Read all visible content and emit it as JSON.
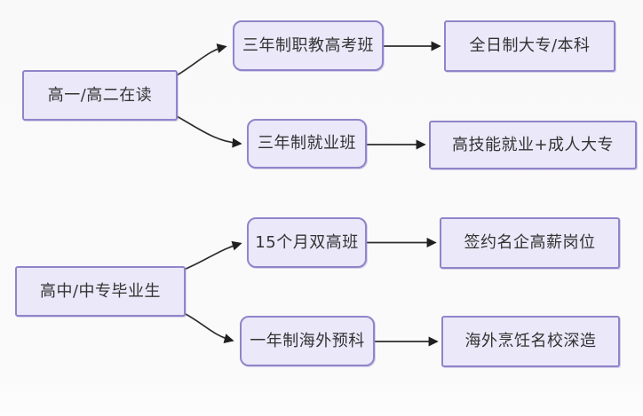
{
  "diagram": {
    "type": "flowchart",
    "direction": "left-to-right",
    "nodes": {
      "source1": {
        "label": "高一/高二在读"
      },
      "source2": {
        "label": "高中/中专毕业生"
      },
      "program1": {
        "label": "三年制职教高考班"
      },
      "program2": {
        "label": "三年制就业班"
      },
      "program3": {
        "label": "15个月双高班"
      },
      "program4": {
        "label": "一年制海外预科"
      },
      "outcome1": {
        "label": "全日制大专/本科"
      },
      "outcome2": {
        "label": "高技能就业+成人大专"
      },
      "outcome3": {
        "label": "签约名企高薪岗位"
      },
      "outcome4": {
        "label": "海外烹饪名校深造"
      }
    },
    "edges": [
      {
        "from": "高一/高二在读",
        "to": "三年制职教高考班",
        "style": "curved"
      },
      {
        "from": "高一/高二在读",
        "to": "三年制就业班",
        "style": "curved"
      },
      {
        "from": "高中/中专毕业生",
        "to": "15个月双高班",
        "style": "curved"
      },
      {
        "from": "高中/中专毕业生",
        "to": "一年制海外预科",
        "style": "curved"
      },
      {
        "from": "三年制职教高考班",
        "to": "全日制大专/本科",
        "style": "straight"
      },
      {
        "from": "三年制就业班",
        "to": "高技能就业+成人大专",
        "style": "straight"
      },
      {
        "from": "15个月双高班",
        "to": "签约名企高薪岗位",
        "style": "straight"
      },
      {
        "from": "一年制海外预科",
        "to": "海外烹饪名校深造",
        "style": "straight"
      }
    ],
    "colors": {
      "background": "#fafafa",
      "node_fill": "#ebe8f9",
      "node_border": "#9184ca",
      "connector": "#2d2d2d",
      "text": "#333333"
    }
  }
}
